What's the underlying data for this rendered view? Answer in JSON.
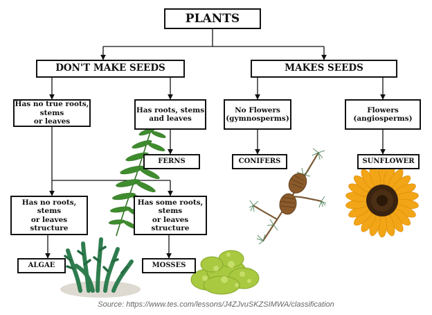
{
  "nodes": {
    "plants": "PLANTS",
    "dont_make_seeds": "DON'T MAKE SEEDS",
    "makes_seeds": "MAKES SEEDS",
    "no_true_roots": "Has no true roots,\nstems\nor leaves",
    "has_roots_stems": "Has roots, stems\nand leaves",
    "no_flowers": "No Flowers\n(gymnosperms)",
    "flowers": "Flowers\n(angiosperms)",
    "ferns": "FERNS",
    "conifers": "CONIFERS",
    "sunflower": "SUNFLOWER",
    "no_roots_structure": "Has no roots,\nstems\nor leaves\nstructure",
    "some_roots_structure": "Has some roots,\nstems\nor leaves\nstructure",
    "algae": "ALGAE",
    "mosses": "MOSSES"
  },
  "source": "Source: https://www.tes.com/lessons/J4ZJvuSKZSIMWA/classification",
  "images": [
    "fern",
    "conifer-branch",
    "sunflower",
    "algae",
    "moss"
  ],
  "colors": {
    "line": "#111111",
    "caption": "#666666",
    "fern_green": "#3f8c2e",
    "conifer_brown": "#8a5a2b",
    "sunflower_petal": "#f2a516",
    "sunflower_center": "#3a2410",
    "algae_green": "#2f7d4f",
    "moss_green": "#a8c940"
  }
}
